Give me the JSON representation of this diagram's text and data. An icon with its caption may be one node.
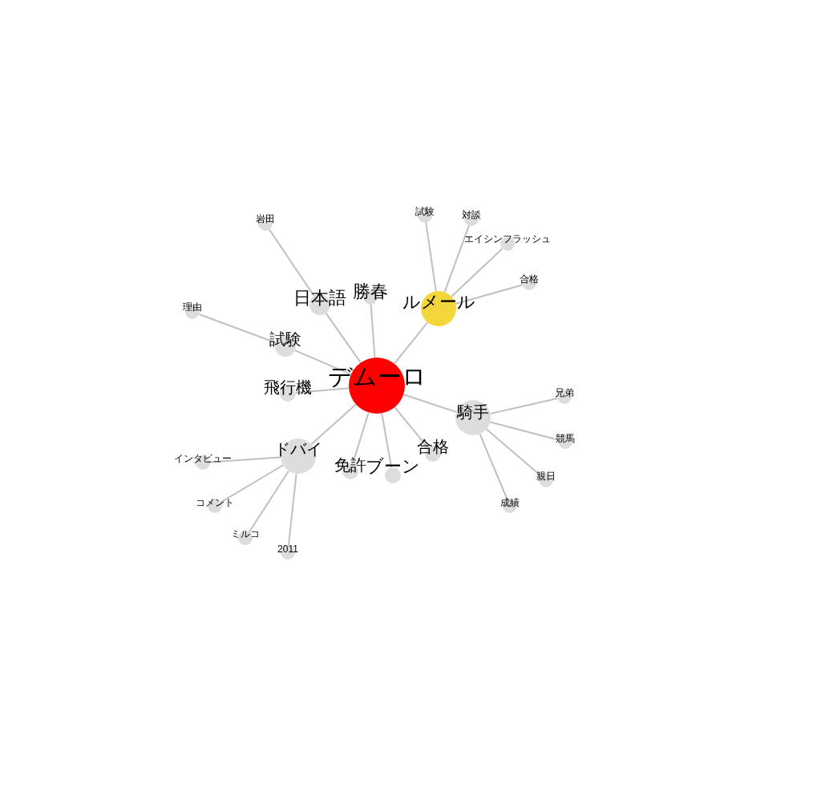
{
  "diagram": {
    "nodes": [
      {
        "text": [
          "デムーロ"
        ]
      },
      {
        "text": [
          "ルメール"
        ]
      },
      {
        "text": [
          "日本語"
        ]
      },
      {
        "text": [
          "勝春"
        ]
      },
      {
        "text": [
          "試験"
        ]
      },
      {
        "text": [
          "飛行機"
        ]
      },
      {
        "text": [
          "ドバイ"
        ]
      },
      {
        "text": [
          "免許"
        ]
      },
      {
        "text": [
          "ブーン"
        ]
      },
      {
        "text": [
          "合格"
        ]
      },
      {
        "text": [
          "騎手"
        ]
      },
      {
        "text": [
          "岩田"
        ]
      },
      {
        "text": [
          "理由"
        ]
      },
      {
        "text": [
          "試験"
        ]
      },
      {
        "text": [
          "対談"
        ]
      },
      {
        "text": [
          "エイシンフラッシュ"
        ]
      },
      {
        "text": [
          "合格"
        ]
      },
      {
        "text": [
          "兄弟"
        ]
      },
      {
        "text": [
          "競馬"
        ]
      },
      {
        "text": [
          "親日"
        ]
      },
      {
        "text": [
          "成績"
        ]
      },
      {
        "text": [
          "インタビュー"
        ]
      },
      {
        "text": [
          "コメント"
        ]
      },
      {
        "text": [
          "ミルコ"
        ]
      },
      {
        "text": [
          "2011"
        ]
      }
    ],
    "edges": [
      {
        "from": 0,
        "to": 1,
        "arrow": "none"
      },
      {
        "from": 0,
        "to": 2,
        "arrow": "none"
      },
      {
        "from": 0,
        "to": 3,
        "arrow": "none"
      },
      {
        "from": 0,
        "to": 4,
        "arrow": "none"
      },
      {
        "from": 0,
        "to": 5,
        "arrow": "none"
      },
      {
        "from": 0,
        "to": 6,
        "arrow": "none"
      },
      {
        "from": 0,
        "to": 7,
        "arrow": "none"
      },
      {
        "from": 0,
        "to": 8,
        "arrow": "none"
      },
      {
        "from": 0,
        "to": 9,
        "arrow": "none"
      },
      {
        "from": 0,
        "to": 10,
        "arrow": "none"
      },
      {
        "from": 2,
        "to": 11,
        "arrow": "none"
      },
      {
        "from": 4,
        "to": 12,
        "arrow": "none"
      },
      {
        "from": 1,
        "to": 13,
        "arrow": "none"
      },
      {
        "from": 1,
        "to": 14,
        "arrow": "none"
      },
      {
        "from": 1,
        "to": 15,
        "arrow": "none"
      },
      {
        "from": 1,
        "to": 16,
        "arrow": "none"
      },
      {
        "from": 10,
        "to": 17,
        "arrow": "none"
      },
      {
        "from": 10,
        "to": 18,
        "arrow": "none"
      },
      {
        "from": 10,
        "to": 19,
        "arrow": "none"
      },
      {
        "from": 10,
        "to": 20,
        "arrow": "none"
      },
      {
        "from": 6,
        "to": 21,
        "arrow": "none"
      },
      {
        "from": 6,
        "to": 22,
        "arrow": "none"
      },
      {
        "from": 6,
        "to": 23,
        "arrow": "none"
      },
      {
        "from": 6,
        "to": 24,
        "arrow": "none"
      }
    ]
  }
}
